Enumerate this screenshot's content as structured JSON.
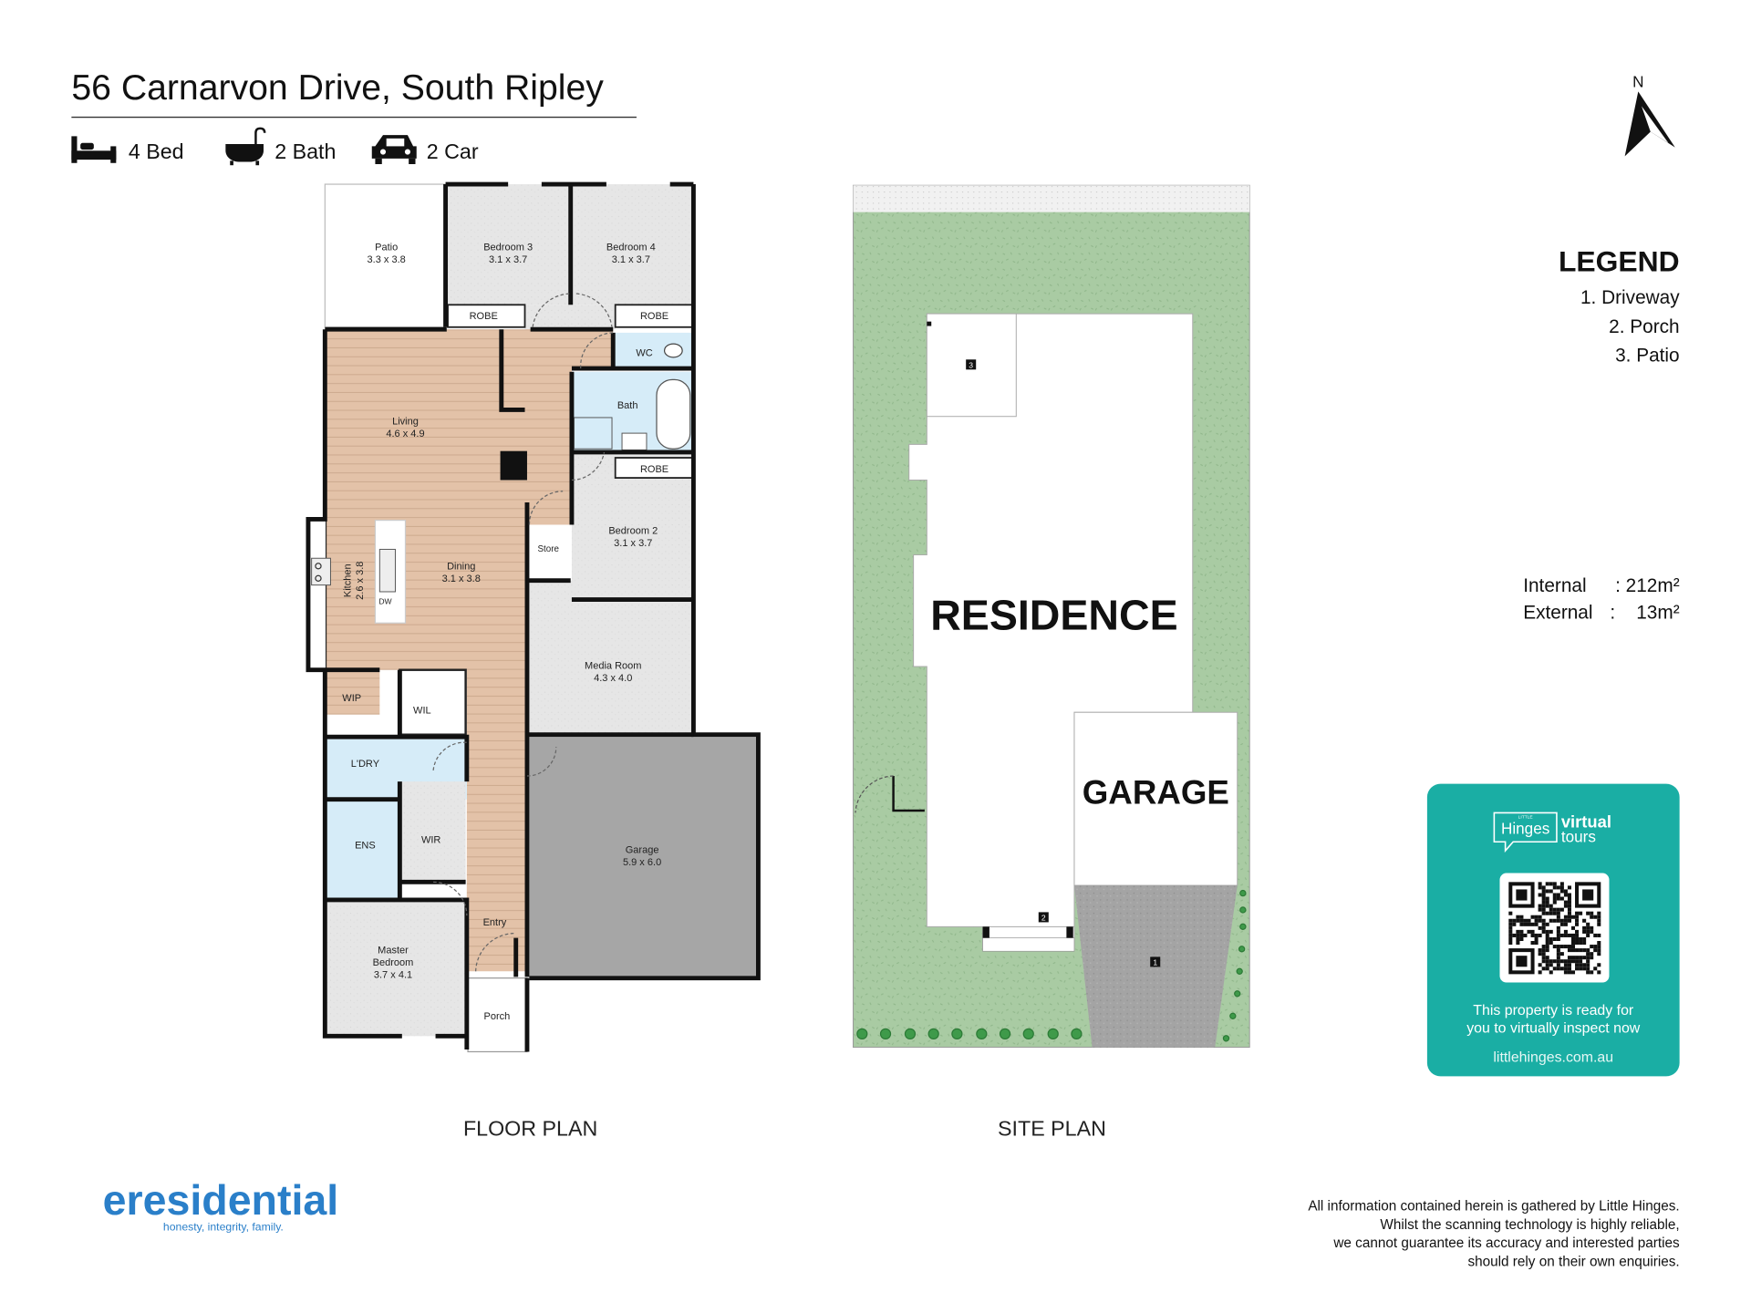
{
  "header": {
    "title": "56 Carnarvon Drive, South Ripley",
    "features": [
      {
        "icon": "bed-icon",
        "label": "4 Bed"
      },
      {
        "icon": "bath-icon",
        "label": "2 Bath"
      },
      {
        "icon": "car-icon",
        "label": "2 Car"
      }
    ]
  },
  "north_label": "N",
  "legend": {
    "title": "LEGEND",
    "items": [
      "1. Driveway",
      "2. Porch",
      "3. Patio"
    ]
  },
  "areas": {
    "internal_label": "Internal",
    "internal_value": ": 212m²",
    "external_label": "External",
    "external_value": ":    13m²"
  },
  "floor_plan": {
    "caption": "FLOOR PLAN",
    "rooms": {
      "patio": {
        "name": "Patio",
        "size": "3.3 x 3.8"
      },
      "bedroom3": {
        "name": "Bedroom 3",
        "size": "3.1 x 3.7"
      },
      "bedroom4": {
        "name": "Bedroom 4",
        "size": "3.1 x 3.7"
      },
      "robe": "ROBE",
      "wc": "WC",
      "bath": "Bath",
      "living": {
        "name": "Living",
        "size": "4.6 x 4.9"
      },
      "bedroom2": {
        "name": "Bedroom 2",
        "size": "3.1 x 3.7"
      },
      "store": "Store",
      "kitchen": {
        "name": "Kitchen",
        "size": "2.6 x 3.8"
      },
      "dw": "DW",
      "dining": {
        "name": "Dining",
        "size": "3.1 x 3.8"
      },
      "media": {
        "name": "Media Room",
        "size": "4.3 x 4.0"
      },
      "wip": "WIP",
      "wil": "WIL",
      "laundry": "L'DRY",
      "ens": "ENS",
      "wir": "WIR",
      "garage": {
        "name": "Garage",
        "size": "5.9 x 6.0"
      },
      "entry": "Entry",
      "master": {
        "name1": "Master",
        "name2": "Bedroom",
        "size": "3.7 x 4.1"
      },
      "porch": "Porch"
    }
  },
  "site_plan": {
    "caption": "SITE PLAN",
    "residence": "RESIDENCE",
    "garage": "GARAGE",
    "markers": [
      "1",
      "2",
      "3"
    ]
  },
  "virtual_tour": {
    "brand_small": "LITTLE",
    "brand": "Hinges",
    "virtual": "virtual",
    "tours": "tours",
    "text1": "This property is ready for",
    "text2": "you to virtually inspect now",
    "url": "littlehinges.com.au",
    "accent": "#1aaea4"
  },
  "logo": {
    "name": "eresidential",
    "tagline": "honesty, integrity, family."
  },
  "disclaimer": [
    "All information contained herein is gathered by Little Hinges.",
    "Whilst the scanning technology is highly reliable,",
    "we cannot guarantee its accuracy and interested parties",
    "should rely on their own enquiries."
  ]
}
